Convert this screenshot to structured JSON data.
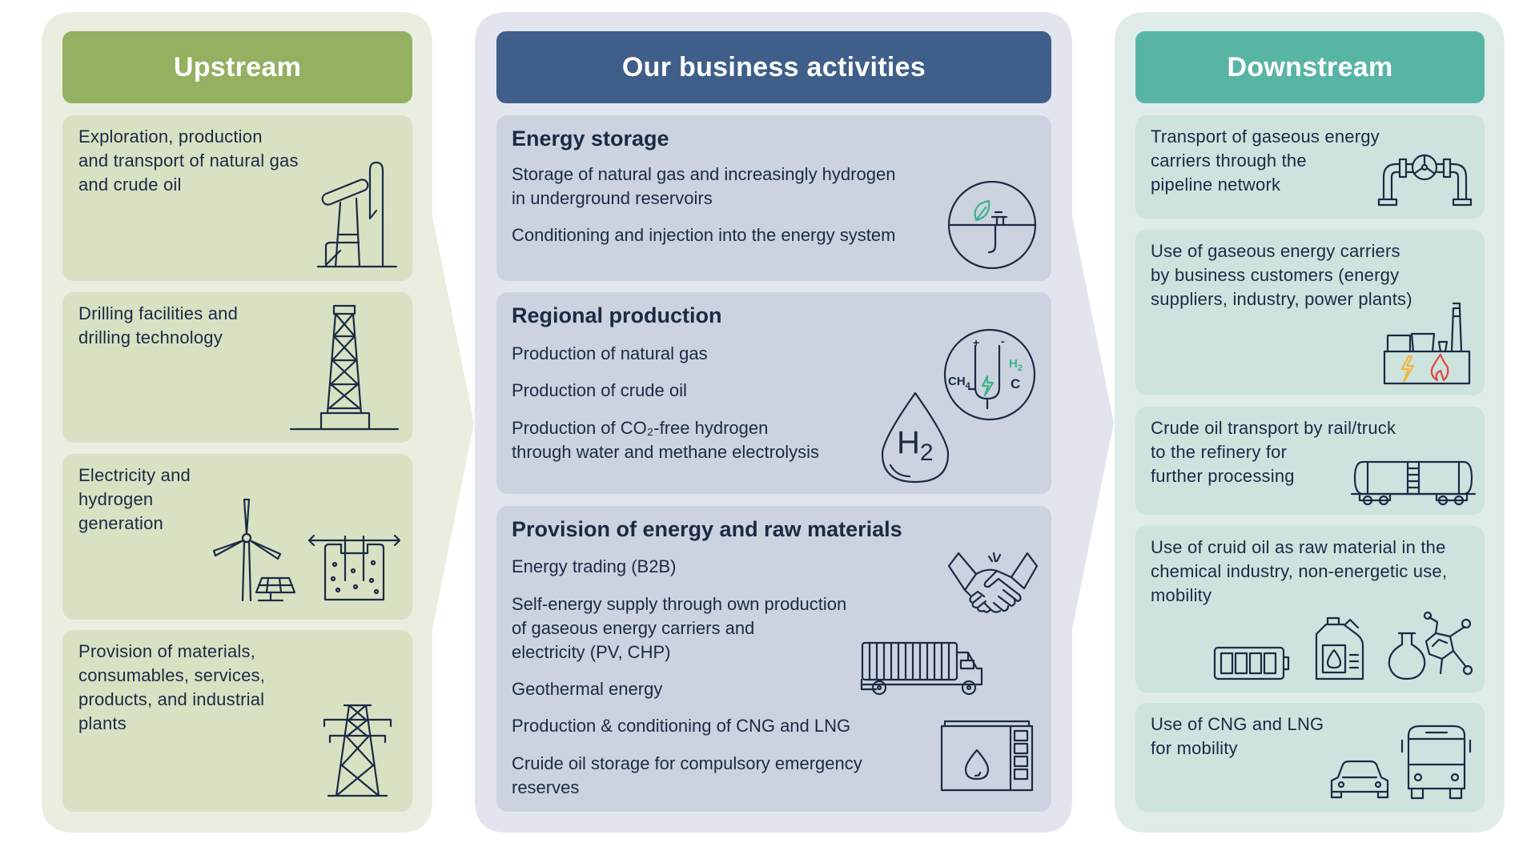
{
  "colors": {
    "upstream_header": "#94b060",
    "business_header": "#3f5f8a",
    "downstream_header": "#58b5a5",
    "text": "#1b2a44",
    "accent_green": "#3bb38a",
    "accent_yellow": "#f2b53a",
    "accent_red": "#e0453c"
  },
  "upstream": {
    "title": "Upstream",
    "cards": [
      {
        "lines": [
          "Exploration, production",
          "and transport of natural gas",
          "and crude oil"
        ],
        "icon": "oil-pumpjack-icon"
      },
      {
        "lines": [
          "Drilling facilities and",
          "drilling technology"
        ],
        "icon": "drilling-rig-icon"
      },
      {
        "lines": [
          "Electricity and",
          "hydrogen",
          "generation"
        ],
        "icon": "wind-solar-electrolyzer-icon"
      },
      {
        "lines": [
          "Provision of materials,",
          "consumables, services,",
          "products, and industrial",
          "plants"
        ],
        "icon": "power-pylon-icon"
      }
    ]
  },
  "business": {
    "title": "Our business activities",
    "sections": [
      {
        "heading": "Energy storage",
        "items": [
          [
            "Storage of natural gas and increasingly hydrogen",
            "in underground reservoirs"
          ],
          [
            "Conditioning and injection into the energy system"
          ]
        ]
      },
      {
        "heading": "Regional production",
        "items": [
          [
            "Production of natural gas"
          ],
          [
            "Production of crude oil"
          ],
          [
            "Production of CO₂-free hydrogen",
            "through water and methane electrolysis"
          ]
        ],
        "icon_labels": {
          "drop": "H2",
          "ch4": "CH4",
          "h2": "H2",
          "c": "C",
          "plus": "+",
          "minus": "-"
        }
      },
      {
        "heading": "Provision of energy and raw materials",
        "items": [
          [
            "Energy trading (B2B)"
          ],
          [
            "Self-energy supply through own production",
            "of gaseous energy carriers and",
            "electricity (PV, CHP)"
          ],
          [
            "Geothermal energy"
          ],
          [
            "Production & conditioning of CNG and LNG"
          ],
          [
            "Cruide oil storage for compulsory emergency",
            "reserves"
          ]
        ]
      }
    ]
  },
  "downstream": {
    "title": "Downstream",
    "cards": [
      {
        "lines": [
          "Transport of gaseous energy",
          "carriers through the",
          " pipeline network"
        ],
        "icon": "pipeline-valve-icon"
      },
      {
        "lines": [
          "Use of gaseous energy carriers",
          "by business customers (energy",
          "suppliers, industry, power plants)"
        ],
        "icon": "power-plant-icon"
      },
      {
        "lines": [
          "Crude oil transport by rail/truck",
          "to the refinery for",
          "further processing"
        ],
        "icon": "rail-tank-car-icon"
      },
      {
        "lines": [
          "Use of cruid oil as raw material in the",
          "chemical industry, non-energetic use,",
          "mobility"
        ],
        "icon": "battery-canister-chemistry-icon"
      },
      {
        "lines": [
          "Use of CNG and LNG",
          "for mobility"
        ],
        "icon": "car-bus-icon"
      }
    ]
  }
}
